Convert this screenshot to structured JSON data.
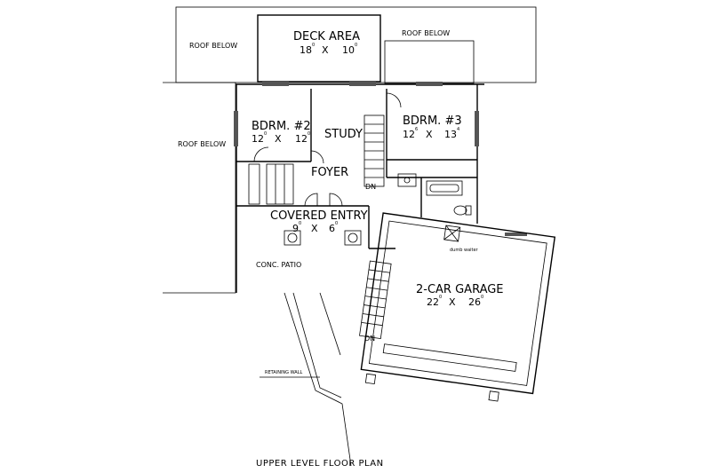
{
  "plan": {
    "title": "UPPER LEVEL FLOOR PLAN",
    "rooms": {
      "deck": {
        "name": "DECK AREA",
        "w": "18",
        "h": "10",
        "sep": "X"
      },
      "bdrm2": {
        "name": "BDRM. #2",
        "w": "12",
        "h": "12",
        "sep": "X"
      },
      "bdrm3": {
        "name": "BDRM. #3",
        "w": "12",
        "wsup": "6",
        "h": "13",
        "hsup": "4",
        "sep": "X"
      },
      "study": {
        "name": "STUDY"
      },
      "foyer": {
        "name": "FOYER"
      },
      "entry": {
        "name": "COVERED ENTRY",
        "w": "9",
        "h": "6",
        "sep": "X"
      },
      "garage": {
        "name": "2-CAR GARAGE",
        "w": "22",
        "h": "26",
        "sep": "X"
      }
    },
    "labels": {
      "roof_below_1": "ROOF BELOW",
      "roof_below_2": "ROOF BELOW",
      "roof_below_3": "ROOF BELOW",
      "conc_patio": "CONC. PATIO",
      "retaining_wall": "RETAINING WALL",
      "dumb_waiter": "dumb waiter",
      "dn_1": "DN",
      "dn_2": "DN",
      "sup_zero": "0"
    }
  }
}
